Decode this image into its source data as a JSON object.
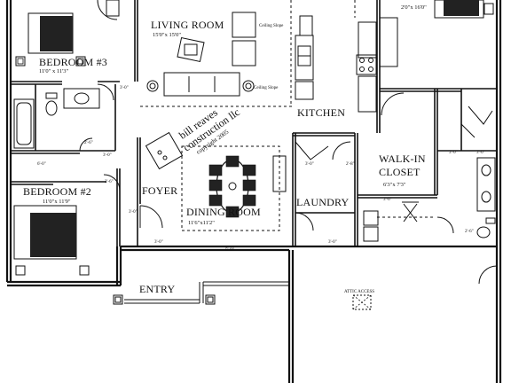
{
  "rooms": {
    "living_room": {
      "name": "LIVING ROOM",
      "dims": "15'0\"x 15'0\""
    },
    "bedroom3": {
      "name": "BEDROOM #3",
      "dims": "11'0\" x 11'3\""
    },
    "bedroom2": {
      "name": "BEDROOM #2",
      "dims": "11'0\"x 11'9\""
    },
    "kitchen": {
      "name": "KITCHEN"
    },
    "foyer": {
      "name": "FOYER"
    },
    "dining_room": {
      "name": "DINING ROOM",
      "dims": "11'6\"x11'2\""
    },
    "laundry": {
      "name": "LAUNDRY"
    },
    "walk_in_closet": {
      "name_line1": "WALK-IN",
      "name_line2": "CLOSET",
      "dims": "6'3\"x 7'3\""
    },
    "entry": {
      "name": "ENTRY"
    },
    "master": {
      "dims": "2'0\"x 16'0\""
    }
  },
  "watermark": {
    "line1": "bill reaves",
    "line2": "construction llc",
    "line3": "copyright 2005"
  },
  "dimension_marks": {
    "d_3_0": "3'-0\"",
    "d_2_6": "2'-6\"",
    "d_2_8": "2'-8\"",
    "d_6_0": "6'-0\"",
    "d_5_0": "5'-0\""
  },
  "fixture_labels": {
    "ceiling_slope": "Ceiling Slope",
    "attic_access": "ATTIC ACCESS"
  }
}
